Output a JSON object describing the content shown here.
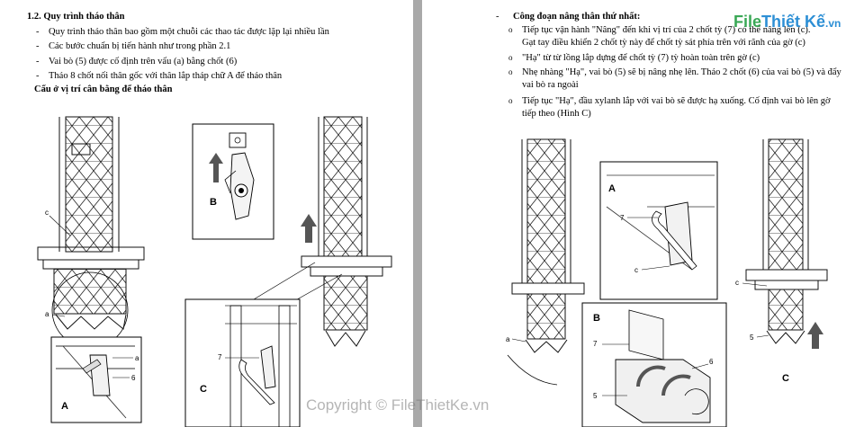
{
  "page1": {
    "heading": "1.2. Quy trình tháo thân",
    "items": [
      "Quy trình tháo thân bao gồm một chuỗi các thao tác được lặp lại nhiều lần",
      "Các bước chuẩn bị tiến hành như trong phần 2.1",
      "Vai bò (5) được cố định trên vấu (a) bằng chốt (6)",
      "Tháo 8 chốt nối thân gốc với thân lắp tháp chữ A để tháo thân"
    ],
    "subheading": "Cẩu ở vị trí cân bằng để tháo thân",
    "bullet": "-",
    "figure_labels": {
      "c": "c",
      "a": "a",
      "A": "A",
      "B": "B",
      "C": "C",
      "six": "6",
      "seven": "7"
    }
  },
  "page2": {
    "stage_title": "Công đoạn nâng thân thứ nhất:",
    "dash": "-",
    "circle": "o",
    "items": [
      {
        "line1": "Tiếp tục vận hành \"Nâng\" đến khi vị trí của 2 chốt tỳ (7) có thể nâng lên (c).",
        "line2": "Gạt tay điều khiển 2 chốt tỳ này để chốt tỳ sát phía trên với rãnh của gờ (c)"
      },
      {
        "line1": "\"Hạ\" từ từ lồng lắp dựng để chốt tỳ (7) tỳ hoàn toàn trên gờ (c)",
        "line2": ""
      },
      {
        "line1": "Nhẹ nhàng \"Hạ\", vai bò (5) sẽ bị nâng nhẹ lên. Tháo 2 chốt (6) của vai bò (5) và đẩy",
        "line2": "vai bò ra ngoài"
      },
      {
        "line1": "Tiếp tục \"Hạ\", đầu xylanh lắp với vai bò sẽ được hạ xuống. Cố định vai bò lên gờ",
        "line2": "tiếp theo (Hình C)"
      }
    ],
    "figure_labels": {
      "A": "A",
      "B": "B",
      "C": "C",
      "seven": "7",
      "c": "c",
      "a": "a",
      "five": "5",
      "six": "6"
    }
  },
  "watermark": {
    "copyright": "Copyright © FileThietKe.vn",
    "logo_file": "File",
    "logo_rest": "Thiết Kế",
    "logo_tld": ".vn"
  }
}
